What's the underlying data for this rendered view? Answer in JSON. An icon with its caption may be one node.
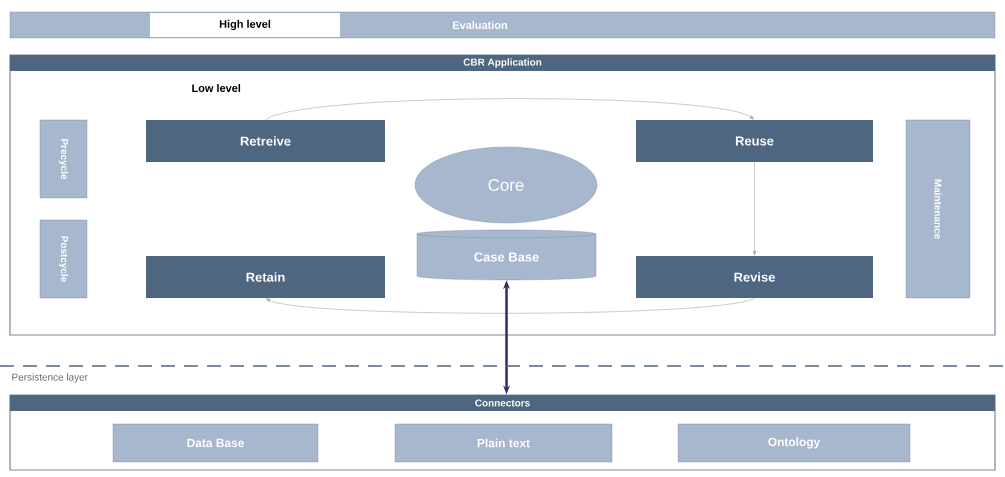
{
  "diagram": {
    "nodes": [
      {
        "text": [
          "Evaluation"
        ]
      },
      {
        "text": [
          "High level"
        ],
        "in": 0
      },
      {
        "text": [
          "CBR Application",
          "Low level"
        ]
      },
      {
        "text": [
          "Precycle"
        ],
        "in": 2
      },
      {
        "text": [
          "Postcycle"
        ],
        "in": 2
      },
      {
        "text": [
          "Retreive"
        ],
        "in": 2
      },
      {
        "text": [
          "Reuse"
        ],
        "in": 2
      },
      {
        "text": [
          "Core"
        ],
        "in": 2
      },
      {
        "text": [
          "Case Base"
        ],
        "in": 2
      },
      {
        "text": [
          "Retain"
        ],
        "in": 2
      },
      {
        "text": [
          "Revise"
        ],
        "in": 2
      },
      {
        "text": [
          "Maintenance"
        ],
        "in": 2
      },
      {
        "text": [
          "Connectors"
        ]
      },
      {
        "text": [
          "Data Base"
        ],
        "in": 12
      },
      {
        "text": [
          "Plain text"
        ],
        "in": 12
      },
      {
        "text": [
          "Ontology"
        ],
        "in": 12
      }
    ],
    "edges": [
      {
        "from": 5,
        "to": 6,
        "arrow": "to"
      },
      {
        "from": 6,
        "to": 10,
        "arrow": "to"
      },
      {
        "from": 10,
        "to": 9,
        "arrow": "to"
      },
      {
        "from": 8,
        "to": 12,
        "arrow": "both",
        "style": "thick",
        "color": "#2e2a6e"
      }
    ],
    "labels": [
      "Persistence layer"
    ]
  }
}
